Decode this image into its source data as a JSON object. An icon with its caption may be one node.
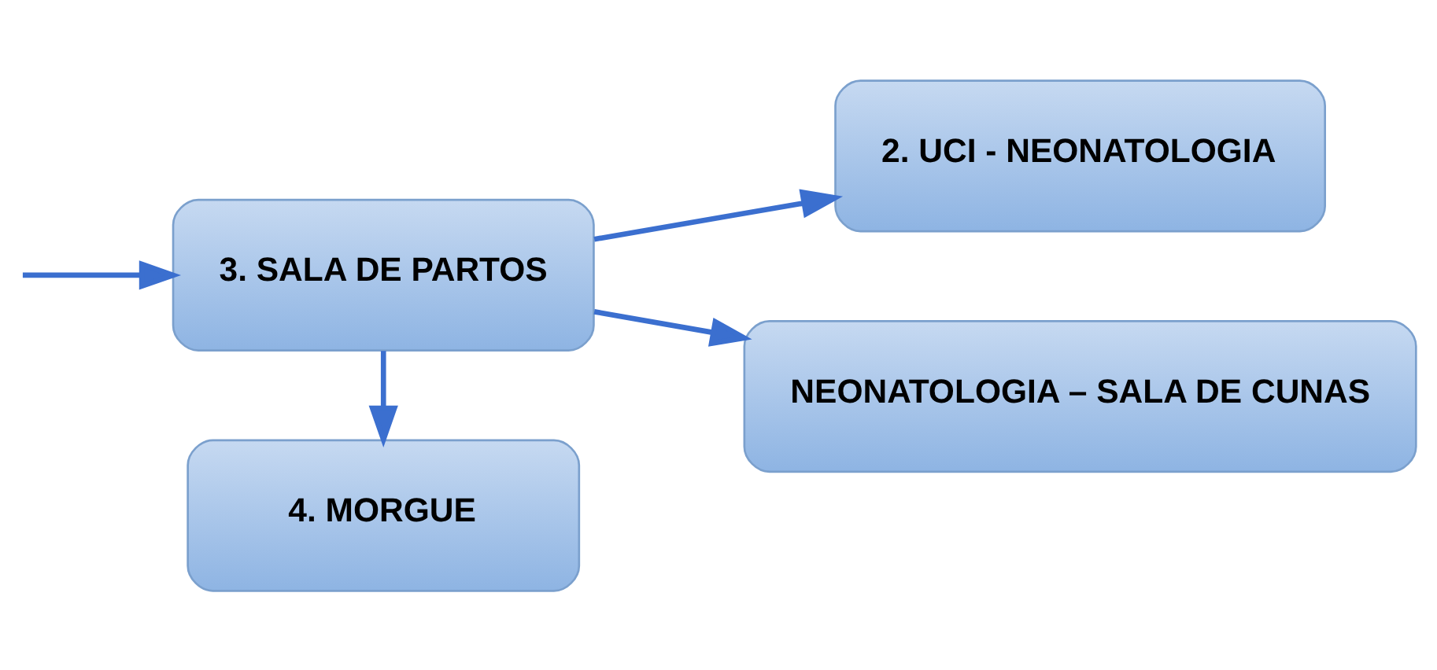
{
  "diagram": {
    "nodes": [
      {
        "text": [
          "3. SALA DE PARTOS"
        ]
      },
      {
        "text": [
          "2. UCI - NEONATOLOGIA"
        ]
      },
      {
        "text": [
          "NEONATOLOGIA – SALA DE CUNAS"
        ]
      },
      {
        "text": [
          "4. MORGUE"
        ]
      }
    ],
    "edges": [
      {
        "from": null,
        "to": 0,
        "arrow": "to"
      },
      {
        "from": 0,
        "to": 1,
        "arrow": "to"
      },
      {
        "from": 0,
        "to": 2,
        "arrow": "to"
      },
      {
        "from": 0,
        "to": 3,
        "arrow": "to"
      }
    ]
  }
}
